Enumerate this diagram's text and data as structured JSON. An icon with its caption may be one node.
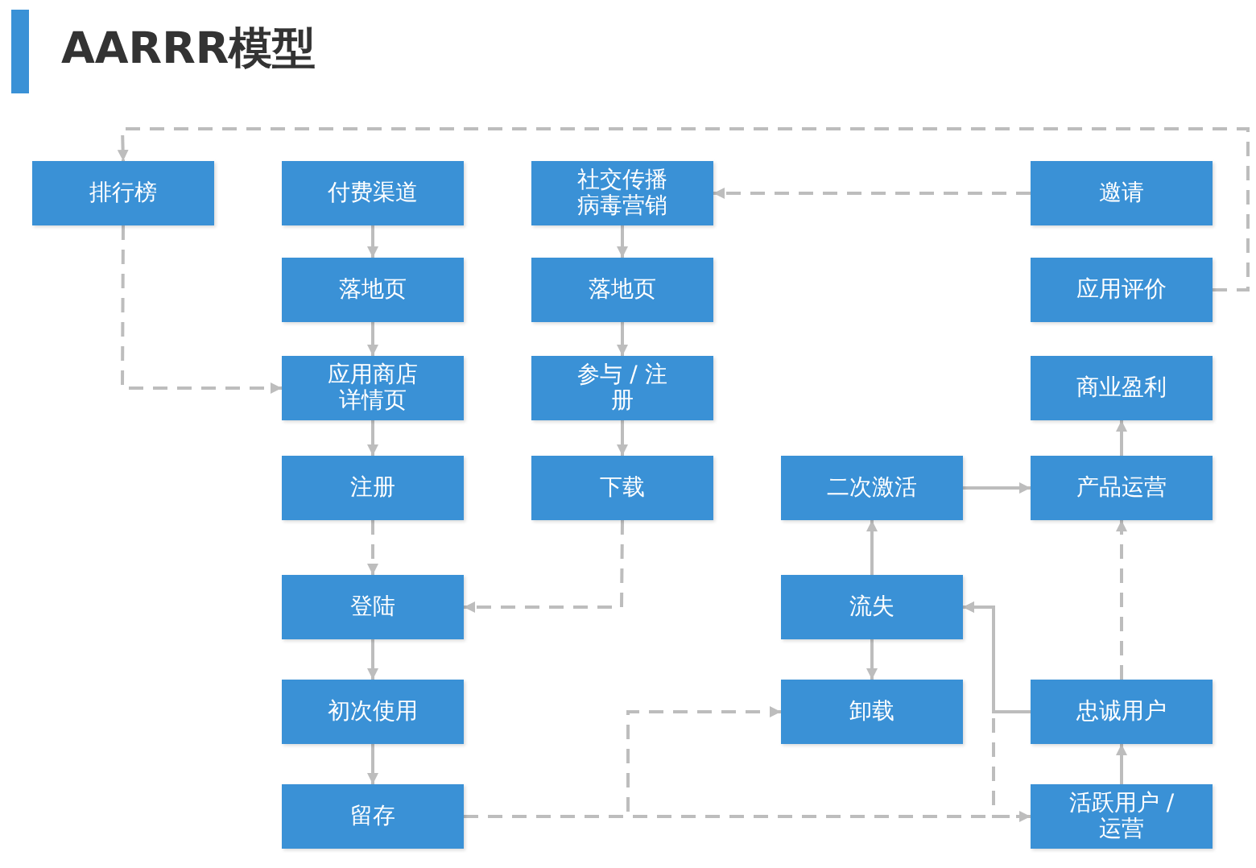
{
  "diagram": {
    "title": "AARRR模型",
    "nodes": [
      {
        "text": [
          "排行榜"
        ]
      },
      {
        "text": [
          "付费渠道"
        ]
      },
      {
        "text": [
          "社交传播病毒营销"
        ]
      },
      {
        "text": [
          "邀请"
        ]
      },
      {
        "text": [
          "落地页"
        ]
      },
      {
        "text": [
          "落地页"
        ]
      },
      {
        "text": [
          "应用评价"
        ]
      },
      {
        "text": [
          "应用商店详情页"
        ]
      },
      {
        "text": [
          "参与 / 注册"
        ]
      },
      {
        "text": [
          "商业盈利"
        ]
      },
      {
        "text": [
          "注册"
        ]
      },
      {
        "text": [
          "下载"
        ]
      },
      {
        "text": [
          "二次激活"
        ]
      },
      {
        "text": [
          "产品运营"
        ]
      },
      {
        "text": [
          "登陆"
        ]
      },
      {
        "text": [
          "流失"
        ]
      },
      {
        "text": [
          "初次使用"
        ]
      },
      {
        "text": [
          "卸载"
        ]
      },
      {
        "text": [
          "忠诚用户"
        ]
      },
      {
        "text": [
          "留存"
        ]
      },
      {
        "text": [
          "活跃用户 / 运营"
        ]
      }
    ],
    "edges": [
      {
        "from": 1,
        "to": 4,
        "arrow": "to"
      },
      {
        "from": 4,
        "to": 7,
        "arrow": "to"
      },
      {
        "from": 7,
        "to": 10,
        "arrow": "to"
      },
      {
        "from": 0,
        "to": 7,
        "arrow": "to",
        "style": "dashed"
      },
      {
        "from": 6,
        "to": 0,
        "arrow": "to",
        "style": "dashed"
      },
      {
        "from": 3,
        "to": 2,
        "arrow": "to",
        "style": "dashed"
      },
      {
        "from": 2,
        "to": 5,
        "arrow": "to"
      },
      {
        "from": 5,
        "to": 8,
        "arrow": "to"
      },
      {
        "from": 8,
        "to": 11,
        "arrow": "to"
      },
      {
        "from": 10,
        "to": 14,
        "arrow": "to",
        "style": "dashed"
      },
      {
        "from": 11,
        "to": 14,
        "arrow": "to",
        "style": "dashed"
      },
      {
        "from": 14,
        "to": 16,
        "arrow": "to"
      },
      {
        "from": 16,
        "to": 19,
        "arrow": "to"
      },
      {
        "from": 19,
        "to": 17,
        "arrow": "to",
        "style": "dashed"
      },
      {
        "from": 19,
        "to": 20,
        "arrow": "to",
        "style": "dashed"
      },
      {
        "from": 15,
        "to": 12,
        "arrow": "to"
      },
      {
        "from": 15,
        "to": 17,
        "arrow": "to"
      },
      {
        "from": 12,
        "to": 13,
        "arrow": "to"
      },
      {
        "from": 13,
        "to": 9,
        "arrow": "to"
      },
      {
        "from": 18,
        "to": 15,
        "arrow": "to"
      },
      {
        "from": 20,
        "to": 15,
        "arrow": "to",
        "style": "dashed"
      },
      {
        "from": 20,
        "to": 18,
        "arrow": "to"
      },
      {
        "from": 18,
        "to": 13,
        "arrow": "to",
        "style": "dashed"
      }
    ]
  }
}
